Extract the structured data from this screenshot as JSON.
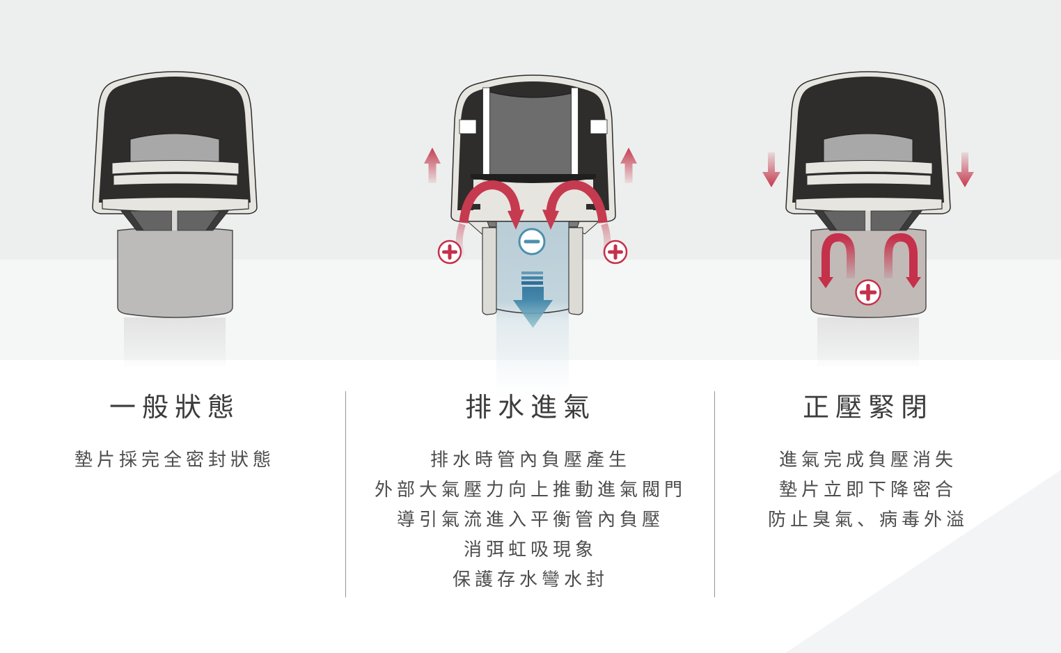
{
  "page": {
    "background": {
      "band_top": "#edefee",
      "band_mid": "#f5f6f6",
      "band_bottom": "#ffffff",
      "corner_triangle": "#f3f4f5"
    },
    "divider_color": "#949494"
  },
  "panels": [
    {
      "id": "normal-state",
      "title": "一般狀態",
      "lines": [
        "墊片採完全密封狀態"
      ]
    },
    {
      "id": "drain-intake",
      "title": "排水進氣",
      "lines": [
        "排水時管內負壓產生",
        "外部大氣壓力向上推動進氣閥門",
        "導引氣流進入平衡管內負壓",
        "消弭虹吸現象",
        "保護存水彎水封"
      ]
    },
    {
      "id": "positive-pressure-closed",
      "title": "正壓緊閉",
      "lines": [
        "進氣完成負壓消失",
        "墊片立即下降密合",
        "防止臭氣、病毒外溢"
      ]
    }
  ],
  "icons": {
    "plus": "+",
    "minus": "−",
    "arrow_up": "↑",
    "arrow_down": "↓",
    "curved_inflow_arrow": "↷",
    "arch_return_arrow": "∩"
  },
  "colors": {
    "accent_red": "#c5304a",
    "accent_blue": "#4d8fae",
    "flow_blue": "#b3c9d4",
    "valve_dark": "#2e2d2c",
    "valve_cream": "#e7e5e0",
    "valve_gray": "#a8a8a8",
    "piston_gray": "#6d6d6d",
    "pipe_gray": "#bcbbb9",
    "pipe_warm": "#c2bab7",
    "title_text": "#3c3c3c",
    "body_text": "#4d4d4d"
  }
}
